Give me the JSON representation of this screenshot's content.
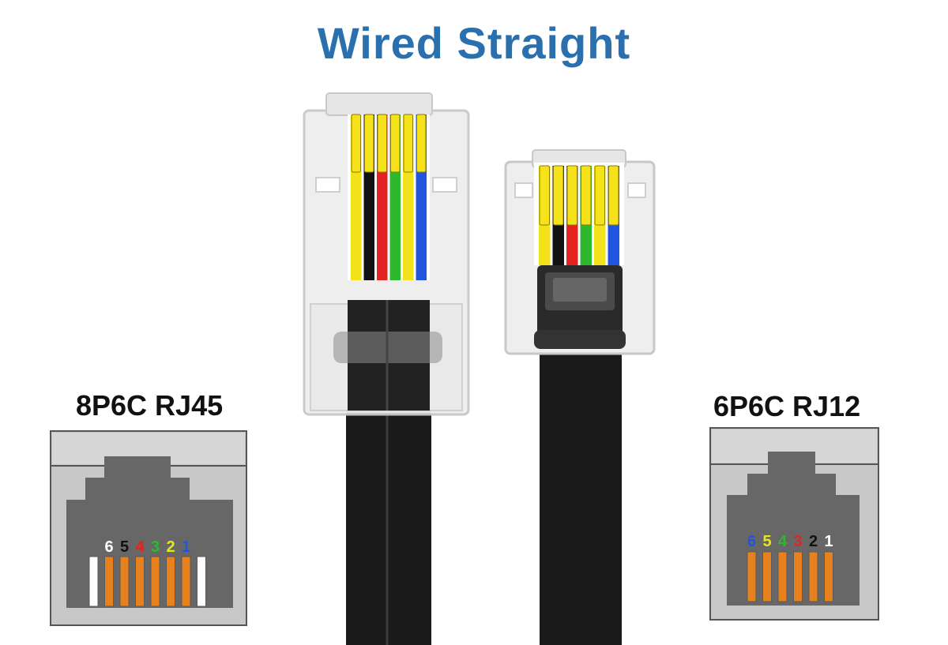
{
  "title": {
    "text": "Wired Straight",
    "color": "#2a6fae"
  },
  "connectors": {
    "left": {
      "label": "8P6C RJ45",
      "pins": [
        {
          "num": "6",
          "color": "#ffffff"
        },
        {
          "num": "5",
          "color": "#111111"
        },
        {
          "num": "4",
          "color": "#e52222"
        },
        {
          "num": "3",
          "color": "#2db82d"
        },
        {
          "num": "2",
          "color": "#e6e61a"
        },
        {
          "num": "1",
          "color": "#2255dd"
        }
      ]
    },
    "right": {
      "label": "6P6C RJ12",
      "pins": [
        {
          "num": "6",
          "color": "#2255dd"
        },
        {
          "num": "5",
          "color": "#e6e61a"
        },
        {
          "num": "4",
          "color": "#2db82d"
        },
        {
          "num": "3",
          "color": "#e52222"
        },
        {
          "num": "2",
          "color": "#111111"
        },
        {
          "num": "1",
          "color": "#ffffff"
        }
      ]
    }
  },
  "wire_colors": [
    "#f2e21a",
    "#111111",
    "#e52222",
    "#2db82d",
    "#f2e21a",
    "#2255dd"
  ],
  "colors": {
    "contact": "#e8801e",
    "jack_body": "#676767",
    "jack_frame": "#c8c8c8",
    "cable": "#1a1a1a"
  }
}
